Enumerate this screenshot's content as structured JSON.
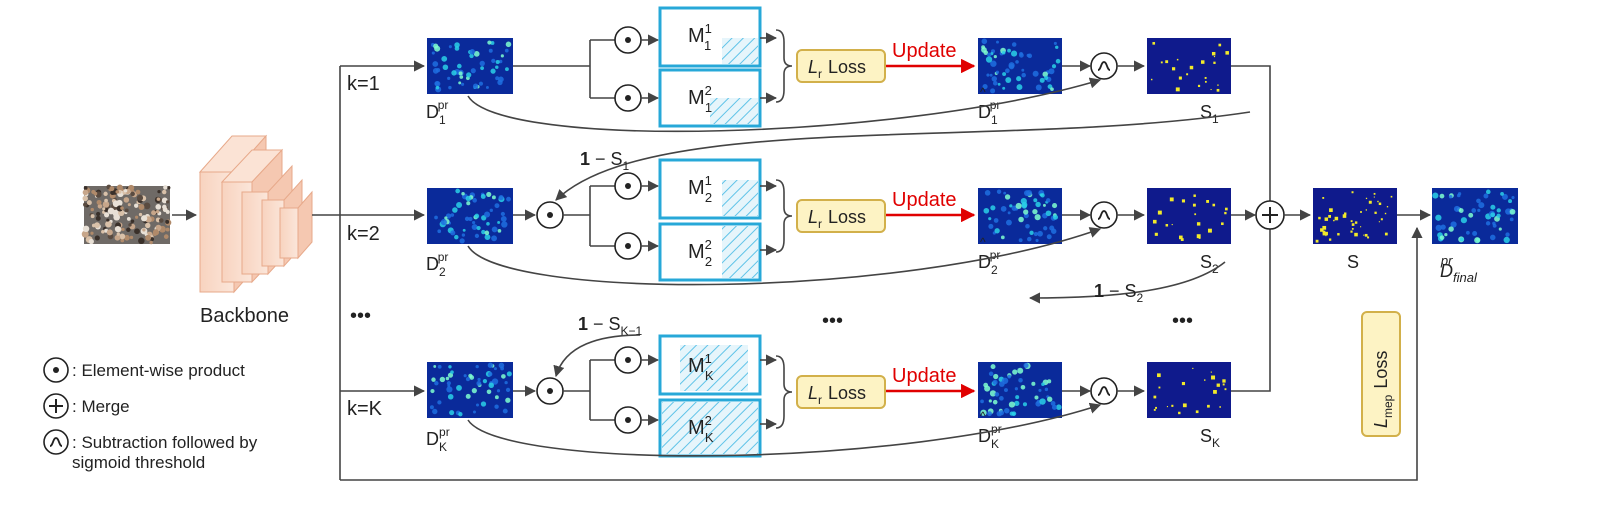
{
  "legend": {
    "product_desc": ": Element-wise product",
    "merge_desc": ": Merge",
    "sigmoid_desc_line1": ": Subtraction followed by",
    "sigmoid_desc_line2": "sigmoid threshold"
  },
  "backbone_label": "Backbone",
  "k_labels": [
    "k=1",
    "k=2",
    "k=K"
  ],
  "ellipsis": "•••",
  "d_base": "D",
  "d_sup": "pr",
  "d_subs": [
    "1",
    "2",
    "K"
  ],
  "m_base": "M",
  "m_subs": [
    "1",
    "2",
    "K"
  ],
  "m_sups": [
    "1",
    "2"
  ],
  "loss_label": {
    "symbol": "L",
    "sub": "r",
    "word": "Loss"
  },
  "update_label": "Update",
  "s_base": "S",
  "s_subs": [
    "1",
    "2",
    "K"
  ],
  "one_minus": {
    "one": "1",
    "dash": " − S",
    "subs": [
      "1",
      "2",
      "K−1"
    ]
  },
  "final": {
    "s_label": "S",
    "d_base": "D",
    "d_sub": "final",
    "d_sup": "pr"
  },
  "mep_loss": {
    "symbol": "L",
    "sub": "mep",
    "word": "Loss"
  },
  "colors": {
    "mask_border": "#27a8d8",
    "loss_fill": "#fdf3c4",
    "loss_border": "#d2b04a",
    "update": "#e00000",
    "density_bg": "#0a2a9a",
    "seg_bg": "#0f1a8c"
  }
}
